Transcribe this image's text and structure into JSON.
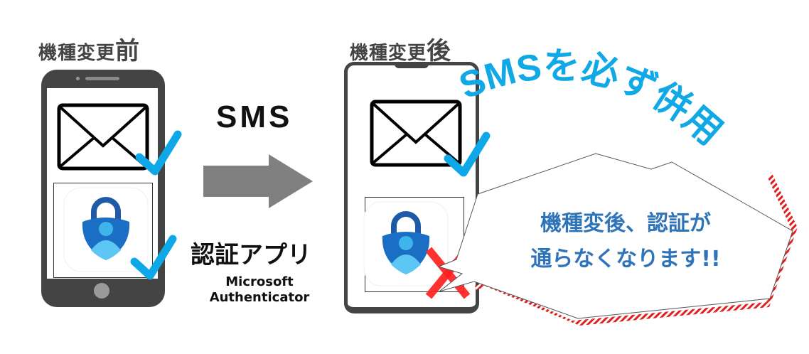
{
  "before": {
    "title_main": "機種変更",
    "title_emph": "前"
  },
  "after": {
    "title_main": "機種変更",
    "title_emph": "後"
  },
  "transfer": {
    "method_label": "SMS",
    "app_label": "認証アプリ",
    "app_name_line1": "Microsoft",
    "app_name_line2": "Authenticator"
  },
  "callout": {
    "arc_text": "SMSを必ず併用",
    "bubble_line1": "機種変後、認証が",
    "bubble_line2": "通らなくなります!!"
  },
  "colors": {
    "phone_body": "#444444",
    "check": "#0ea8e8",
    "cross": "#ff2020",
    "arrow": "#808080",
    "bubble_text": "#2f74b8",
    "arc_text": "#11a8e6",
    "bubble_border": "#e02020"
  },
  "icons": {
    "mail": "envelope-icon",
    "auth_app": "authenticator-lock-icon",
    "check": "checkmark-icon",
    "cross": "cross-icon",
    "arrow": "right-arrow-icon"
  }
}
